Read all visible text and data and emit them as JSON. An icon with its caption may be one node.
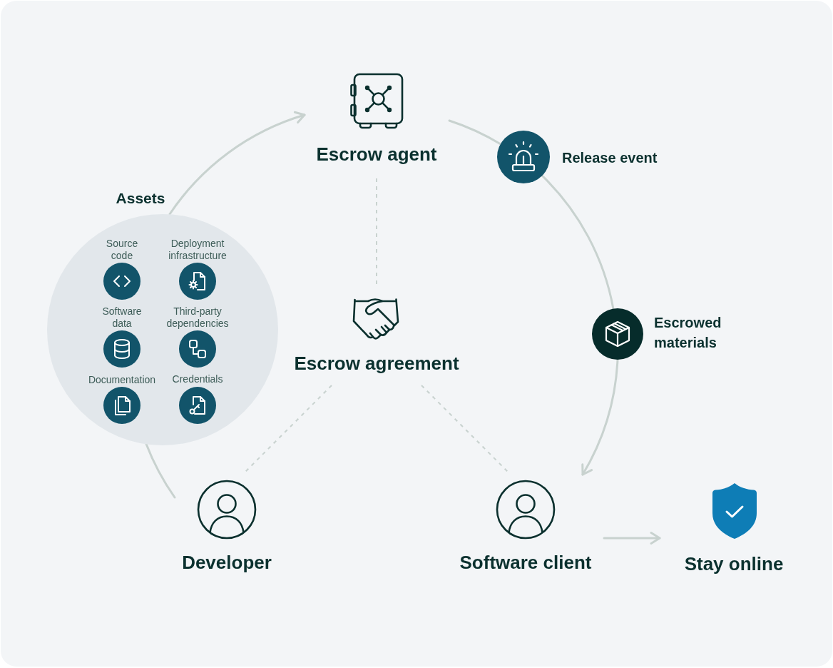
{
  "diagram": {
    "nodes": [
      {
        "text": [
          "Escrow agent"
        ]
      },
      {
        "text": [
          "Release event"
        ]
      },
      {
        "text": [
          "Assets"
        ]
      },
      {
        "text": [
          "Source code"
        ],
        "in": 2
      },
      {
        "text": [
          "Deployment infrastructure"
        ],
        "in": 2
      },
      {
        "text": [
          "Software data"
        ],
        "in": 2
      },
      {
        "text": [
          "Third-party dependencies"
        ],
        "in": 2
      },
      {
        "text": [
          "Documentation"
        ],
        "in": 2
      },
      {
        "text": [
          "Credentials"
        ],
        "in": 2
      },
      {
        "text": [
          "Escrow agreement"
        ]
      },
      {
        "text": [
          "Escrowed materials"
        ]
      },
      {
        "text": [
          "Developer"
        ]
      },
      {
        "text": [
          "Software client"
        ]
      },
      {
        "text": [
          "Stay online"
        ]
      }
    ],
    "edges": [
      {
        "from": 11,
        "to": 2,
        "arrow": "none"
      },
      {
        "from": 2,
        "to": 0,
        "arrow": "to"
      },
      {
        "from": 0,
        "to": 1,
        "arrow": "none"
      },
      {
        "from": 1,
        "to": 10,
        "arrow": "none"
      },
      {
        "from": 10,
        "to": 12,
        "arrow": "to"
      },
      {
        "from": 12,
        "to": 13,
        "arrow": "to"
      },
      {
        "from": 0,
        "to": 9,
        "arrow": "none",
        "style": "dashed"
      },
      {
        "from": 9,
        "to": 11,
        "arrow": "none",
        "style": "dashed"
      },
      {
        "from": 9,
        "to": 12,
        "arrow": "none",
        "style": "dashed"
      }
    ]
  }
}
